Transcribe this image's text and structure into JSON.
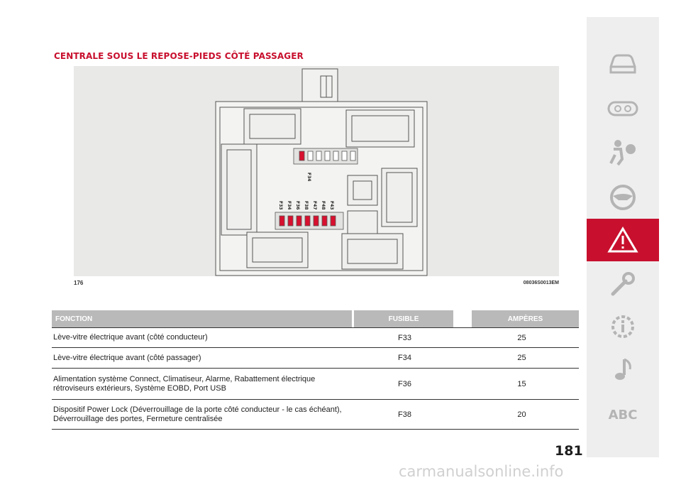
{
  "title": "CENTRALE SOUS LE REPOSE-PIEDS CÔTÉ PASSAGER",
  "figure": {
    "number": "176",
    "code": "08036S0013EM",
    "fuse_labels_top": [
      "F34"
    ],
    "fuse_labels_bottom": [
      "F33",
      "F34",
      "F36",
      "F38",
      "F47",
      "F48",
      "F43"
    ]
  },
  "table": {
    "headers": {
      "function": "FONCTION",
      "fuse": "FUSIBLE",
      "amps": "AMPÈRES"
    },
    "rows": [
      {
        "function": "Lève-vitre électrique avant (côté conducteur)",
        "fuse": "F33",
        "amps": "25"
      },
      {
        "function": "Lève-vitre électrique avant (côté passager)",
        "fuse": "F34",
        "amps": "25"
      },
      {
        "function": "Alimentation système Connect, Climatiseur, Alarme, Rabattement électrique rétroviseurs extérieurs, Système EOBD, Port USB",
        "fuse": "F36",
        "amps": "15"
      },
      {
        "function": "Dispositif Power Lock (Déverrouillage de la porte côté conducteur - le cas échéant), Déverrouillage des portes, Fermeture centralisée",
        "fuse": "F38",
        "amps": "20"
      }
    ]
  },
  "page_number": "181",
  "sidebar": {
    "icons": [
      "car-icon",
      "dashboard-icon",
      "airbag-icon",
      "steering-wheel-icon",
      "warning-icon",
      "wrench-icon",
      "gear-info-icon",
      "music-note-icon"
    ],
    "abc_label": "ABC",
    "active_index": 4,
    "active_color": "#c8102e"
  },
  "watermark": "carmanualsonline.info",
  "colors": {
    "accent": "#c8102e",
    "header_bg": "#b9b9b9",
    "sidebar_bg": "#eeeeee"
  }
}
